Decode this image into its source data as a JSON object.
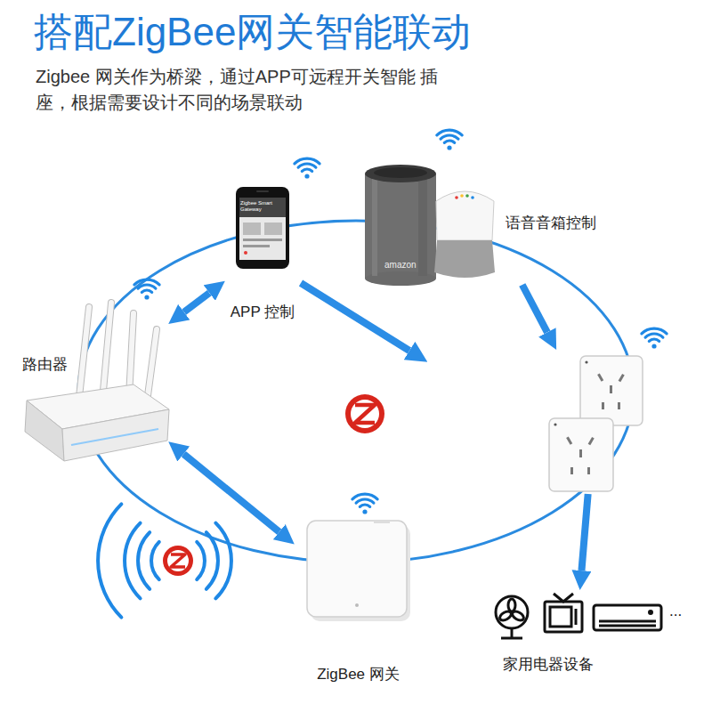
{
  "diagram": {
    "title": "搭配ZigBee网关智能联动",
    "nodes": [
      {
        "text": [
          "APP 控制"
        ]
      },
      {
        "text": [
          "语音音箱控制"
        ]
      },
      {
        "text": [
          "路由器"
        ]
      },
      {
        "text": []
      },
      {
        "text": [
          "ZigBee 网关"
        ]
      },
      {
        "text": [
          "家用电器设备"
        ]
      }
    ],
    "edges": [
      {
        "from": 2,
        "to": 0,
        "arrow": "both"
      },
      {
        "from": 1,
        "to": 3,
        "arrow": "to"
      },
      {
        "from": 3,
        "to": 5,
        "arrow": "to"
      },
      {
        "from": 2,
        "to": 4,
        "arrow": "both"
      }
    ],
    "labels": [
      "Zigbee 网关作为桥梁，通过APP可远程开关智能 插座，根据需要设计不同的场景联动",
      "Zigbee Smart Gateway",
      "amazon",
      "..."
    ]
  }
}
